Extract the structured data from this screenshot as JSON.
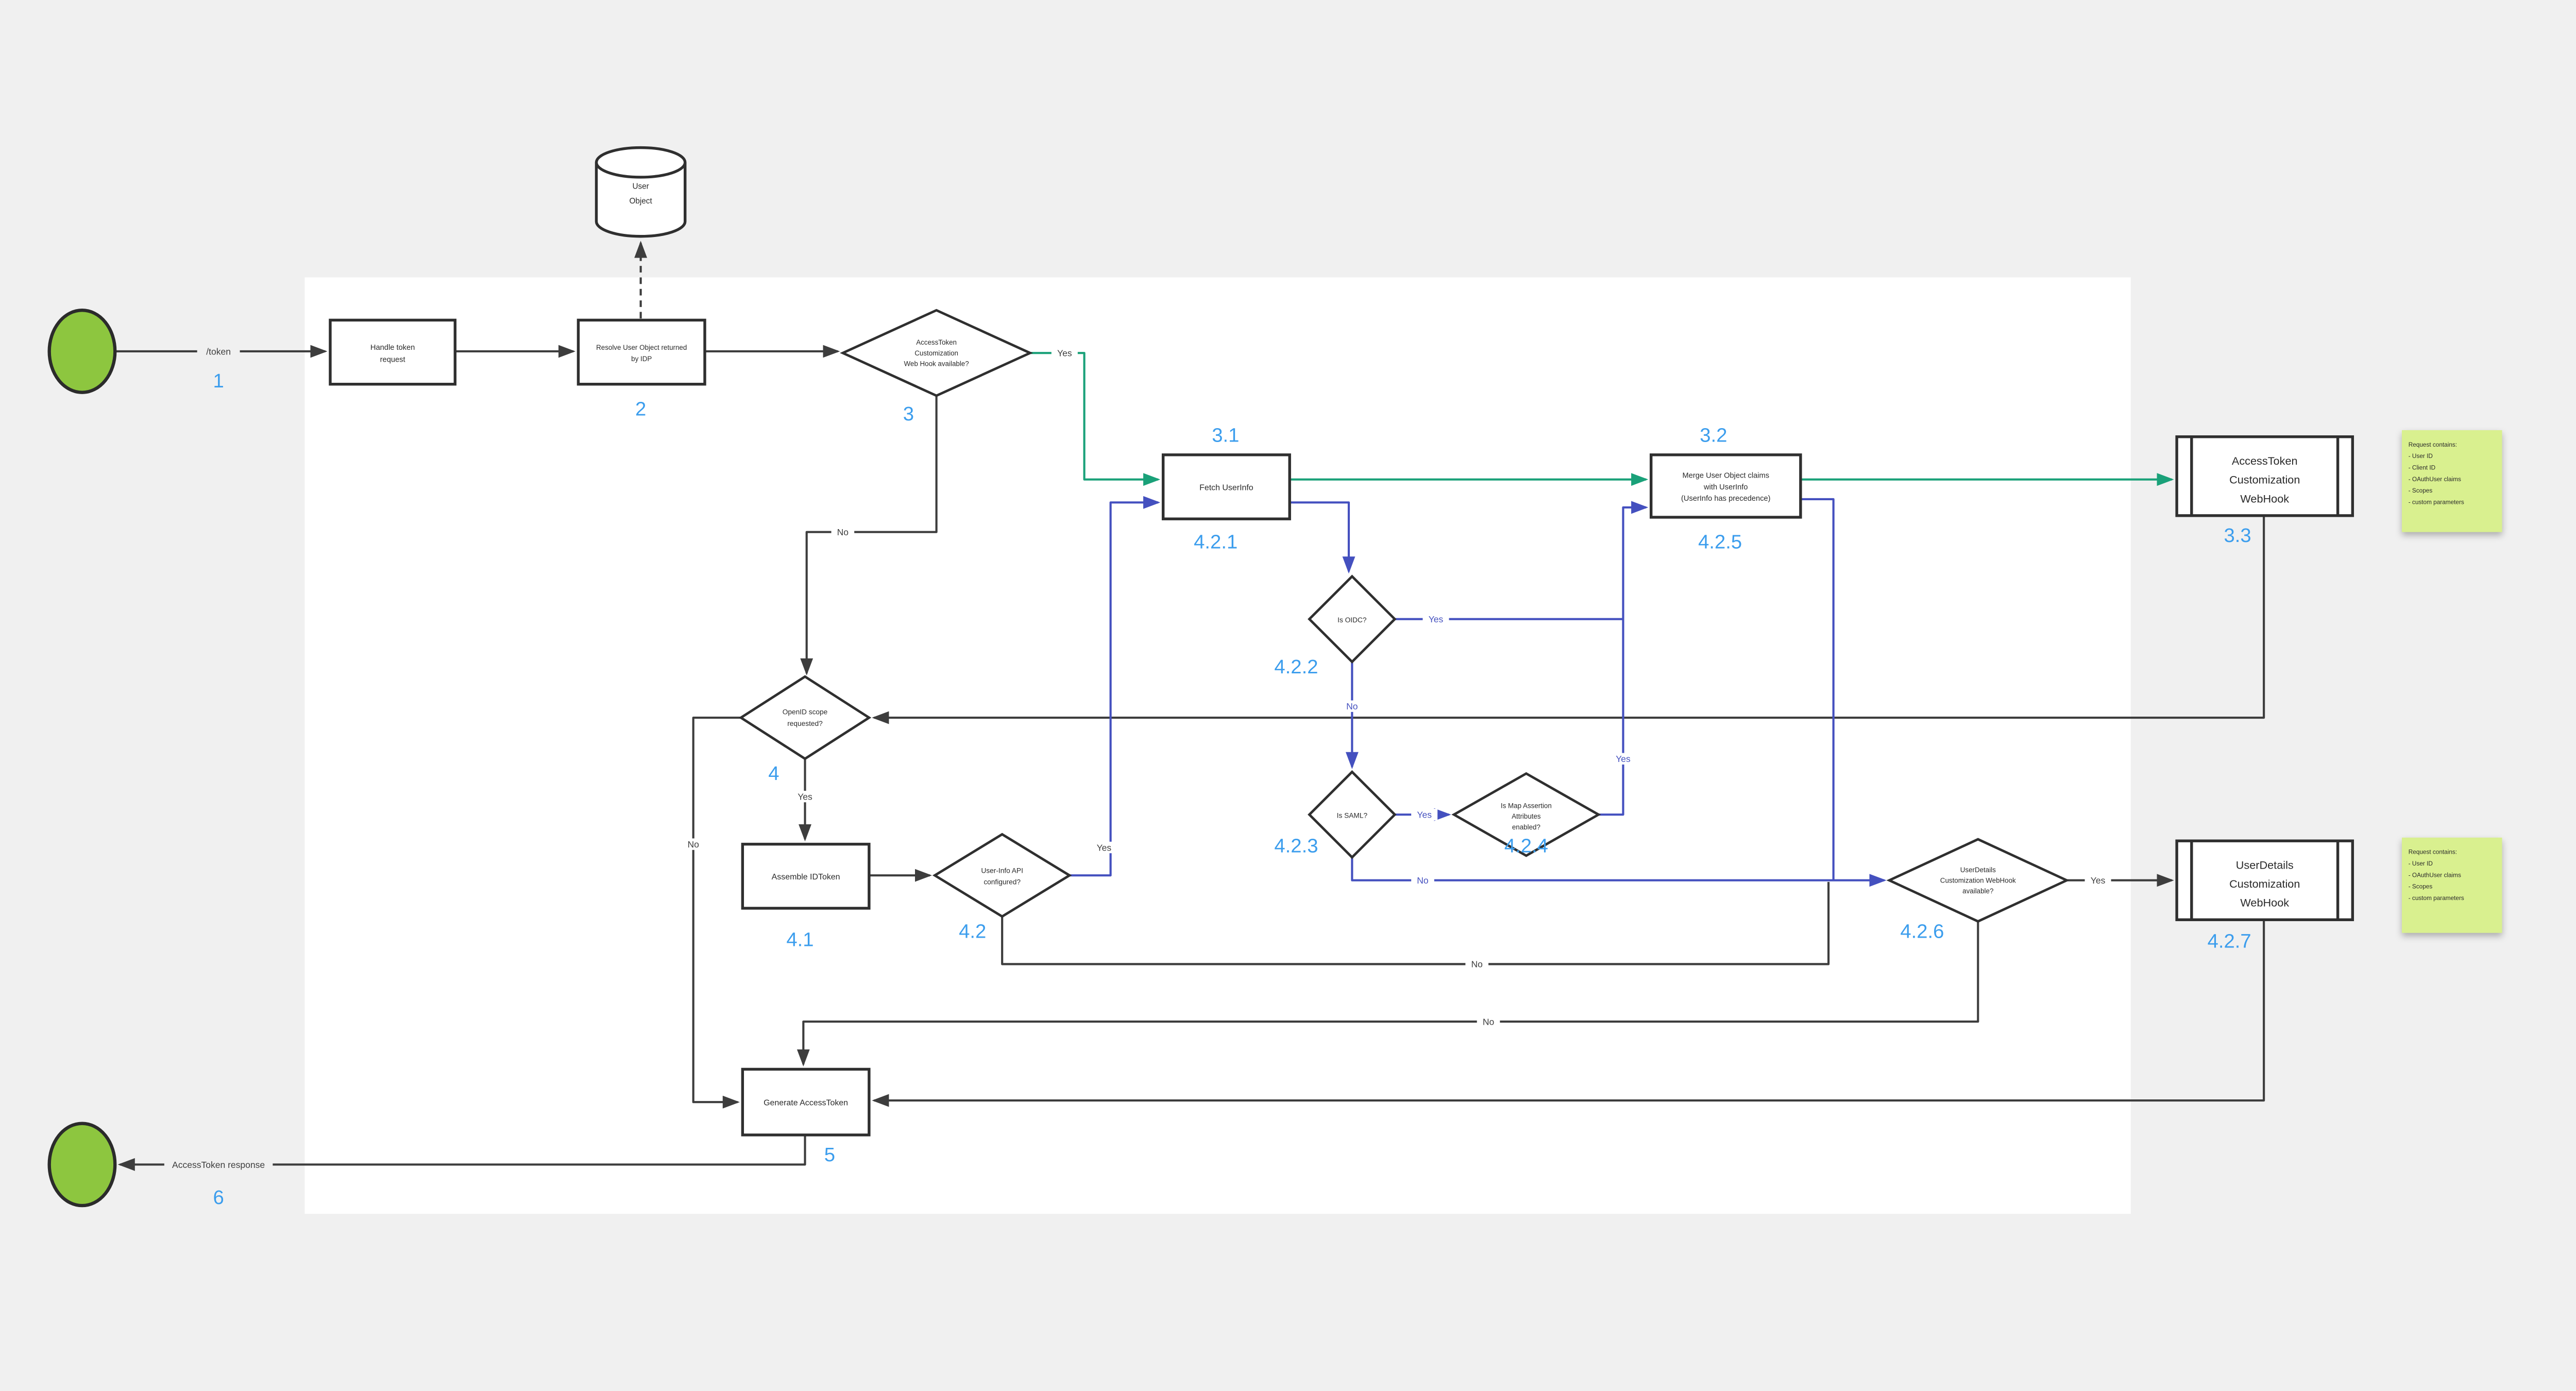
{
  "canvas": {
    "background": "#f0f0f0",
    "surface": "#ffffff"
  },
  "colors": {
    "line": "#3d3d3d",
    "teal": "#1aa179",
    "indigo": "#4450bf",
    "number_blue": "#3b9ded",
    "start_end_fill": "#8dc63f",
    "sticky_fill": "#d9f08f",
    "node_stroke": "#2f2f2f"
  },
  "nodes": {
    "user_object": {
      "lines": [
        "User",
        "Object"
      ]
    },
    "handle_token": {
      "lines": [
        "Handle token",
        "request"
      ]
    },
    "resolve_user": {
      "lines": [
        "Resolve User Object returned",
        "by IDP"
      ]
    },
    "webhook_available": {
      "lines": [
        "AccessToken",
        "Customization",
        "Web Hook available?"
      ]
    },
    "fetch_userinfo": {
      "label": "Fetch UserInfo"
    },
    "merge_claims": {
      "lines": [
        "Merge User Object claims",
        "with UserInfo",
        "(UserInfo has precedence)"
      ]
    },
    "accesstoken_webhook": {
      "lines": [
        "AccessToken",
        "Customization",
        "WebHook"
      ]
    },
    "is_oidc": {
      "label": "Is OIDC?"
    },
    "openid_scope": {
      "lines": [
        "OpenID scope",
        "requested?"
      ]
    },
    "is_saml": {
      "label": "Is SAML?"
    },
    "map_assertion": {
      "lines": [
        "Is Map Assertion",
        "Attributes",
        "enabled?"
      ]
    },
    "assemble_idtoken": {
      "label": "Assemble IDToken"
    },
    "userinfo_api": {
      "lines": [
        "User-Info API",
        "configured?"
      ]
    },
    "userdetails_available": {
      "lines": [
        "UserDetails",
        "Customization WebHook",
        "available?"
      ]
    },
    "userdetails_webhook": {
      "lines": [
        "UserDetails",
        "Customization",
        "WebHook"
      ]
    },
    "generate_accesstoken": {
      "label": "Generate AccessToken"
    }
  },
  "edge_labels": {
    "token": "/token",
    "response": "AccessToken response",
    "yes": "Yes",
    "no": "No"
  },
  "steps": {
    "n1": "1",
    "n2": "2",
    "n3": "3",
    "n31": "3.1",
    "n32": "3.2",
    "n33": "3.3",
    "n4": "4",
    "n41": "4.1",
    "n42": "4.2",
    "n421": "4.2.1",
    "n422": "4.2.2",
    "n423": "4.2.3",
    "n424": "4.2.4",
    "n425": "4.2.5",
    "n426": "4.2.6",
    "n427": "4.2.7",
    "n5": "5",
    "n6": "6"
  },
  "notes": {
    "accesstoken": {
      "title": "Request contains:",
      "items": [
        "- User ID",
        "- Client ID",
        "- OAuthUser claims",
        "- Scopes",
        "- custom parameters"
      ]
    },
    "userdetails": {
      "title": "Request contains:",
      "items": [
        "- User ID",
        "- OAuthUser claims",
        "- Scopes",
        "- custom parameters"
      ]
    }
  }
}
